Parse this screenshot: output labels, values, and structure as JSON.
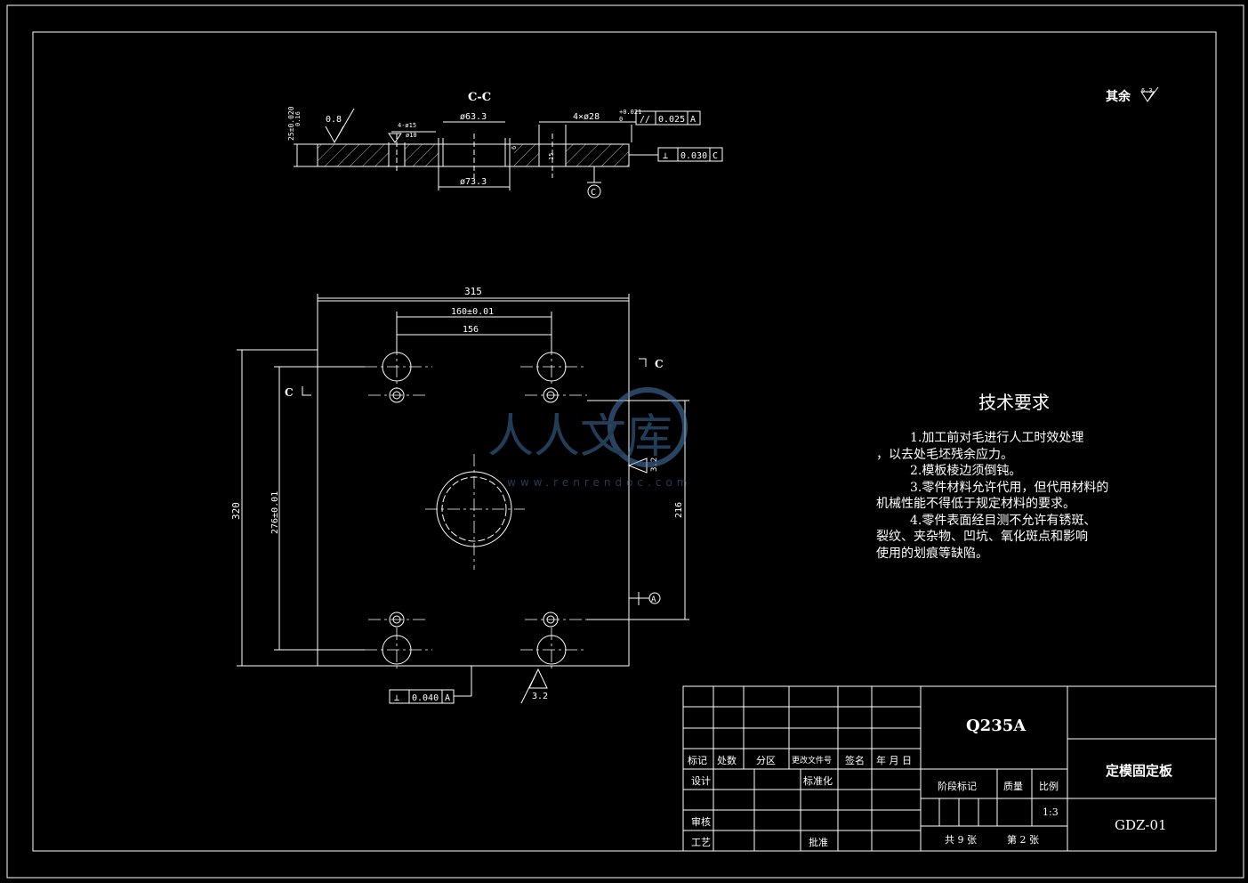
{
  "section": {
    "label": "C-C",
    "d63": "ø63.3",
    "d73": "ø73.3",
    "holes": "4×ø28",
    "hole_tol": "+0.021",
    "hole_tol0": "0",
    "hole_small": "4-ø15",
    "hole_small2": "ø10",
    "roughness": "0.8",
    "dim_25": "25±0.020",
    "dim_016": "0.16",
    "dim_s": "6",
    "dim_15": "15",
    "datum": "C",
    "par_sym": "//",
    "par_tol": "0.025",
    "par_ref": "A",
    "perp_sym": "⊥",
    "perp_tol": "0.030",
    "perp_ref": "C"
  },
  "plan": {
    "w": "315",
    "pitch": "160±0.01",
    "inner": "156",
    "h": "320",
    "vpitch": "276±0.01",
    "v216": "216",
    "rough32": "3.2",
    "rough_bottom": "3.2",
    "sect_mark": "C",
    "datum_a": "A",
    "perp_sym": "⊥",
    "perp_tol": "0.040",
    "perp_ref": "A"
  },
  "rest_roughness": "其余",
  "rest_mark": "6.3",
  "watermark": {
    "text": "人人文库",
    "url": "www.renrendoc.com"
  },
  "notes": {
    "title": "技术要求",
    "lines": [
      "1.加工前对毛进行人工时效处理",
      "，以去处毛坯残余应力。",
      "2.模板棱边须倒钝。",
      "3.零件材料允许代用，但代用材料的",
      "机械性能不得低于规定材料的要求。",
      "4.零件表面经目测不允许有锈斑、",
      "裂纹、夹杂物、凹坑、氧化斑点和影响",
      "使用的划痕等缺陷。"
    ]
  },
  "title_block": {
    "material": "Q235A",
    "part_name": "定模固定板",
    "drawing_no": "GDZ-01",
    "h_mark": "标记",
    "h_count": "处数",
    "h_zone": "分区",
    "h_doc": "更改文件号",
    "h_sign": "签名",
    "h_date": "年 月 日",
    "design": "设计",
    "std": "标准化",
    "stage": "阶段标记",
    "weight": "质量",
    "scale_label": "比例",
    "scale": "1:3",
    "check": "审核",
    "process": "工艺",
    "approve": "批准",
    "sheets_total": "共 9 张",
    "sheet_no": "第 2 张"
  }
}
